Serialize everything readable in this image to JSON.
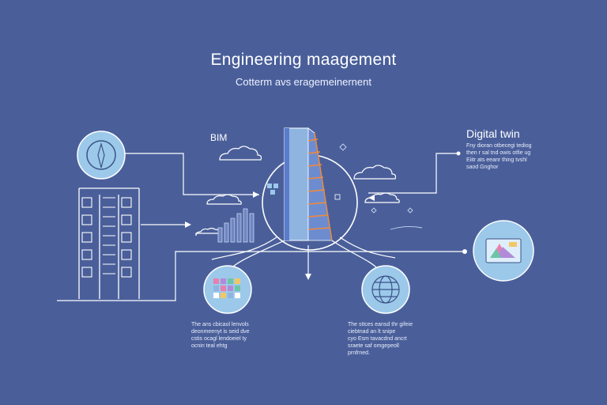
{
  "header": {
    "title": "Engineering maagement",
    "subtitle": "Cotterm avs eragemeinernent"
  },
  "labels": {
    "bim": "BIM",
    "digital_twin": "Digital twin"
  },
  "texts": {
    "digital_twin_desc": "Fny dioran otbecegi tediog\nthen r sal tnd owis otfie ug\nEiitr ats eeanr thing tvshl\nsaod Gnghor",
    "left_desc": "The ans cbicaol lenvols\ndeonmeenyt is seid dve\ncstis ocagl lendoeiel ty\nocnin teal ehtg",
    "right_desc": "The sttces eansd thr gifeie\nciebtnad an lt snipe\ncyo Esm tavacdnd ancrt\nsraete saf omgepeoll\nprnfrned."
  },
  "colors": {
    "background": "#4a5f9a",
    "line": "#ffffff",
    "circle_fill": "#9cc9ea",
    "accent_orange": "#f28a3a",
    "tower_blue": "#8fb4e0"
  }
}
